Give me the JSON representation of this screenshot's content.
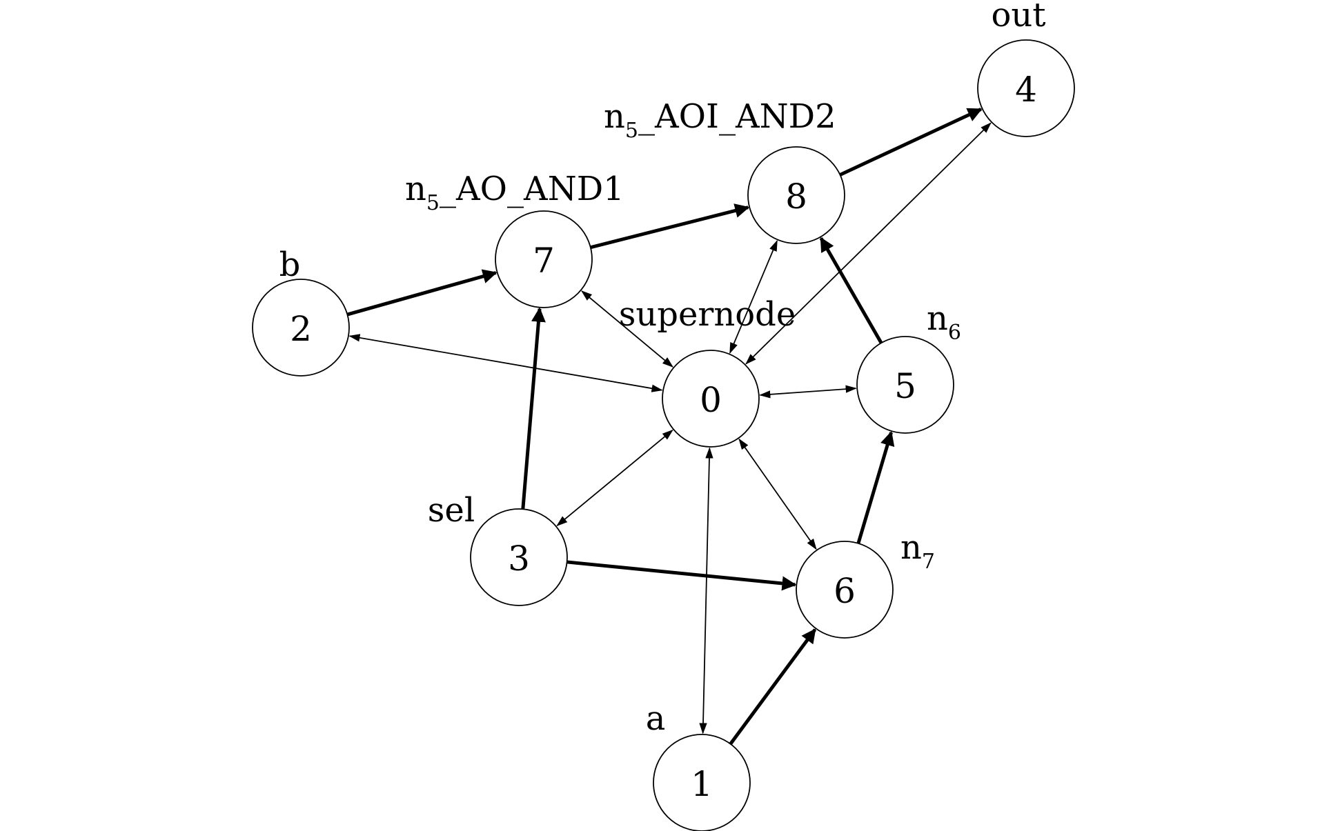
{
  "nodes": [
    {
      "id": "0",
      "label": "supernode",
      "label_sub": ""
    },
    {
      "id": "1",
      "label": "a",
      "label_sub": ""
    },
    {
      "id": "2",
      "label": "b",
      "label_sub": ""
    },
    {
      "id": "3",
      "label": "sel",
      "label_sub": ""
    },
    {
      "id": "4",
      "label": "out",
      "label_sub": ""
    },
    {
      "id": "5",
      "label": "n",
      "label_sub": "6"
    },
    {
      "id": "6",
      "label": "n",
      "label_sub": "7"
    },
    {
      "id": "7",
      "label": "n",
      "label_sub": "5",
      "label_rest": "_AO_AND1"
    },
    {
      "id": "8",
      "label": "n",
      "label_sub": "5",
      "label_rest": "_AOI_AND2"
    }
  ],
  "edges_thick": [
    {
      "from": "2",
      "to": "7"
    },
    {
      "from": "7",
      "to": "8"
    },
    {
      "from": "8",
      "to": "4"
    },
    {
      "from": "5",
      "to": "8"
    },
    {
      "from": "3",
      "to": "7"
    },
    {
      "from": "3",
      "to": "6"
    },
    {
      "from": "6",
      "to": "5"
    },
    {
      "from": "1",
      "to": "6"
    }
  ],
  "edges_thin_bidirectional": [
    {
      "a": "0",
      "b": "2"
    },
    {
      "a": "0",
      "b": "7"
    },
    {
      "a": "0",
      "b": "8"
    },
    {
      "a": "0",
      "b": "4"
    },
    {
      "a": "0",
      "b": "5"
    },
    {
      "a": "0",
      "b": "6"
    },
    {
      "a": "0",
      "b": "1"
    },
    {
      "a": "0",
      "b": "3"
    }
  ]
}
